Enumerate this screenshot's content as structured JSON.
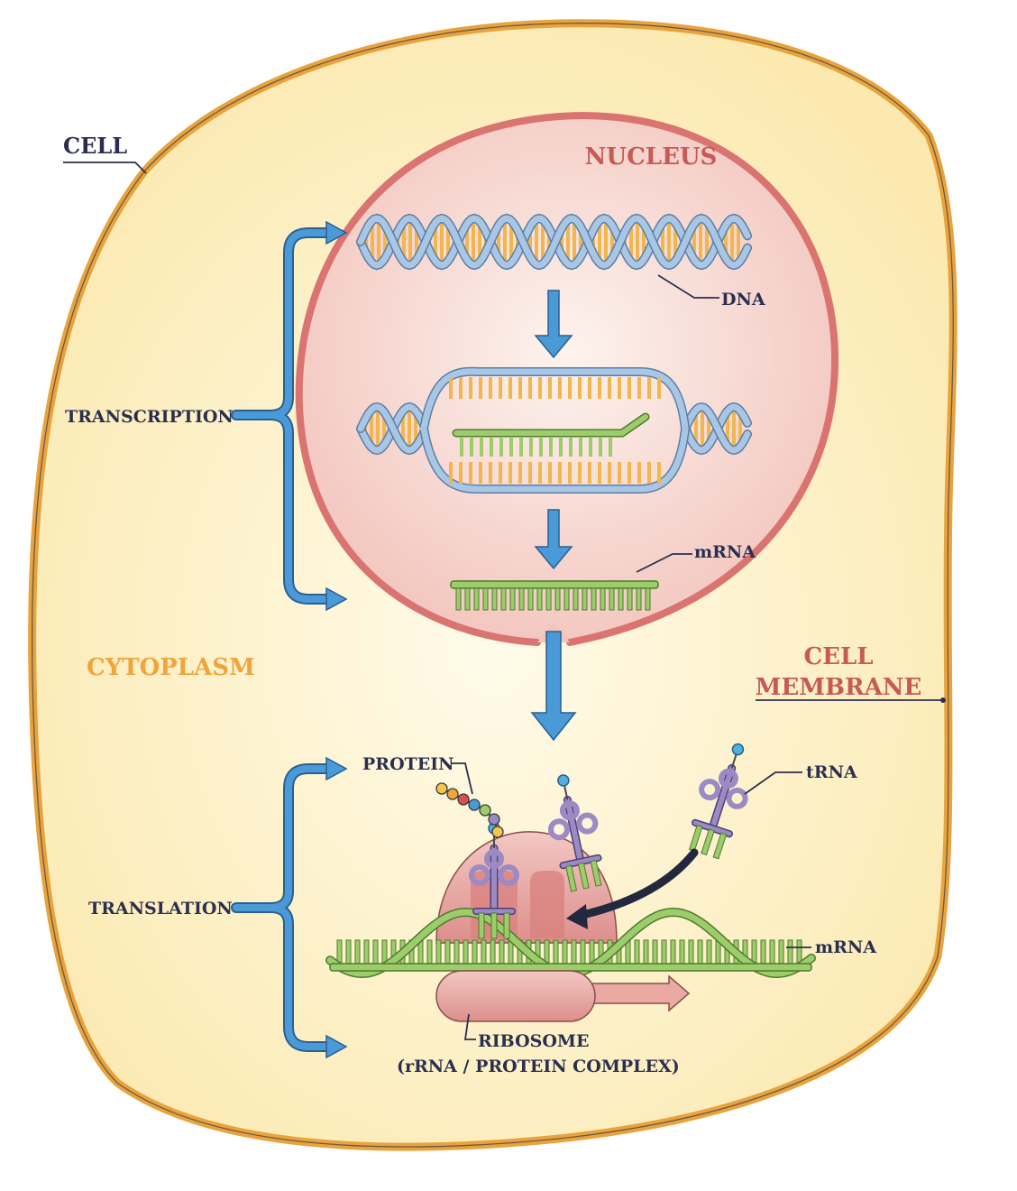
{
  "labels": {
    "cell": "CELL",
    "nucleus": "NUCLEUS",
    "dna": "DNA",
    "transcription": "TRANSCRIPTION",
    "mrna_nucleus": "mRNA",
    "cytoplasm": "CYTOPLASM",
    "cell_membrane_line1": "CELL",
    "cell_membrane_line2": "MEMBRANE",
    "protein": "PROTEIN",
    "trna": "tRNA",
    "translation": "TRANSLATION",
    "mrna_cytoplasm": "mRNA",
    "ribosome_line1": "RIBOSOME",
    "ribosome_line2": "(rRNA / PROTEIN COMPLEX)"
  },
  "colors": {
    "cell_fill": "#fbecb5",
    "cell_outline": "#e9a33c",
    "nucleus_fill": "#f6d3cc",
    "nucleus_outline": "#d97470",
    "arrow_blue": "#4a9ad8",
    "dna_blue": "#a9c7e4",
    "base_orange": "#f1b74e",
    "rna_green": "#9ccd6a",
    "trna_purple": "#9b8ac4",
    "ribosome": "#e7a3a0",
    "label_dark": "#2b2f4f",
    "label_red": "#c85a55",
    "label_orange": "#f0a53a"
  },
  "protein_bead_colors": [
    "#f4c64d",
    "#f0a53a",
    "#d94f4f",
    "#4a9ad8",
    "#9ccd6a",
    "#9b8ac4"
  ]
}
